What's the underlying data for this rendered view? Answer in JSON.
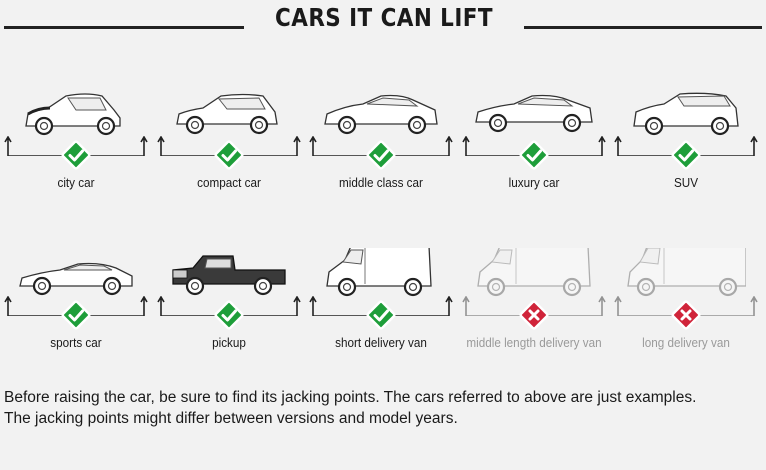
{
  "header": {
    "title": "CARS IT CAN LIFT"
  },
  "row1": [
    {
      "label": "city car",
      "status": "supported",
      "icon": "city-car-icon"
    },
    {
      "label": "compact car",
      "status": "supported",
      "icon": "compact-car-icon"
    },
    {
      "label": "middle class car",
      "status": "supported",
      "icon": "sedan-car-icon"
    },
    {
      "label": "luxury car",
      "status": "supported",
      "icon": "luxury-car-icon"
    },
    {
      "label": "SUV",
      "status": "supported",
      "icon": "suv-icon"
    }
  ],
  "row2": [
    {
      "label": "sports car",
      "status": "supported",
      "icon": "sports-car-icon"
    },
    {
      "label": "pickup",
      "status": "supported",
      "icon": "pickup-truck-icon"
    },
    {
      "label": "short delivery van",
      "status": "supported",
      "icon": "short-van-icon"
    },
    {
      "label": "middle length delivery van",
      "status": "not-supported",
      "icon": "middle-van-icon"
    },
    {
      "label": "long delivery van",
      "status": "not-supported",
      "icon": "long-van-icon"
    }
  ],
  "colors": {
    "check": "#1e9e3a",
    "cross": "#d0243a",
    "rule": "#222222"
  },
  "footer": {
    "line1": "Before raising the car, be sure to find its jacking points. The cars referred to above are just examples.",
    "line2": "The jacking points might differ between versions and model years."
  }
}
